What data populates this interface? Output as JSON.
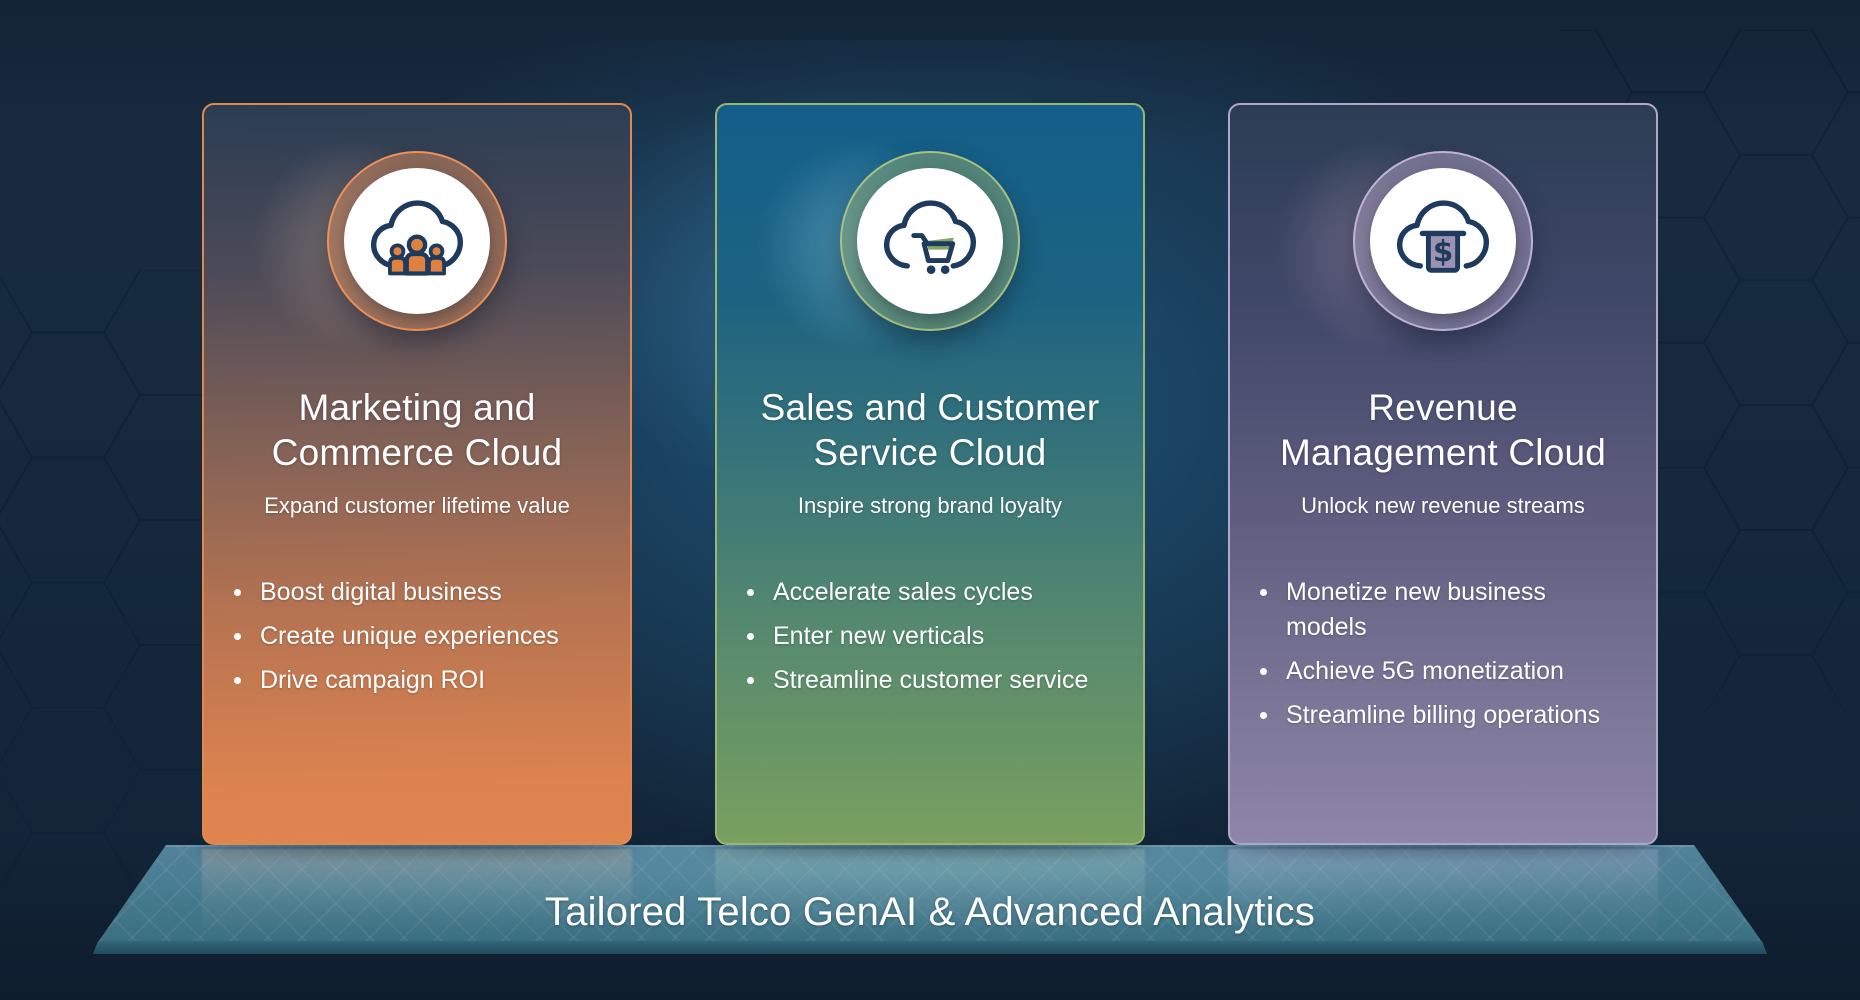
{
  "slide": {
    "footer_caption": "Tailored Telco GenAI & Advanced Analytics"
  },
  "palette": {
    "background_navy": "#16293d",
    "center_glow_blue": "#2476aa",
    "platform_teal": "#477b90",
    "card1_accent_orange": "#e2884f",
    "card2_accent_green": "#9cb571",
    "card3_accent_purple": "#b3a7c8",
    "icon_outline_navy": "#1e3a5c",
    "icon_people_orange": "#e0813f",
    "icon_cart_green": "#7ea563",
    "icon_tag_purple": "#9c92b4",
    "text_color": "#ffffff"
  },
  "cards": [
    {
      "icon": "cloud-people",
      "title": "Marketing and\nCommerce Cloud",
      "subtitle": "Expand customer lifetime value",
      "bullets": [
        "Boost digital business",
        "Create unique experiences",
        "Drive campaign ROI"
      ]
    },
    {
      "icon": "cloud-cart",
      "title": "Sales and Customer\nService Cloud",
      "subtitle": "Inspire strong brand loyalty",
      "bullets": [
        "Accelerate sales cycles",
        "Enter new verticals",
        "Streamline customer service"
      ]
    },
    {
      "icon": "cloud-dollar",
      "title": "Revenue\nManagement Cloud",
      "subtitle": "Unlock new revenue streams",
      "bullets": [
        "Monetize new business\nmodels",
        "Achieve 5G monetization",
        "Streamline billing operations"
      ]
    }
  ]
}
